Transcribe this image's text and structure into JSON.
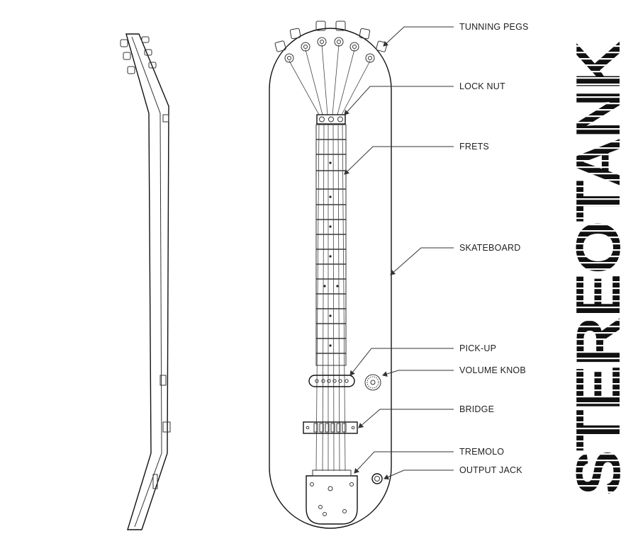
{
  "labels": {
    "tuning_pegs": "TUNNING PEGS",
    "lock_nut": "LOCK NUT",
    "frets": "FRETS",
    "skateboard": "SKATEBOARD",
    "pickup": "PICK-UP",
    "volume_knob": "VOLUME KNOB",
    "bridge": "BRIDGE",
    "tremolo": "TREMOLO",
    "output_jack": "OUTPUT JACK"
  },
  "brand": {
    "logo_text": "STEREOTANK"
  }
}
